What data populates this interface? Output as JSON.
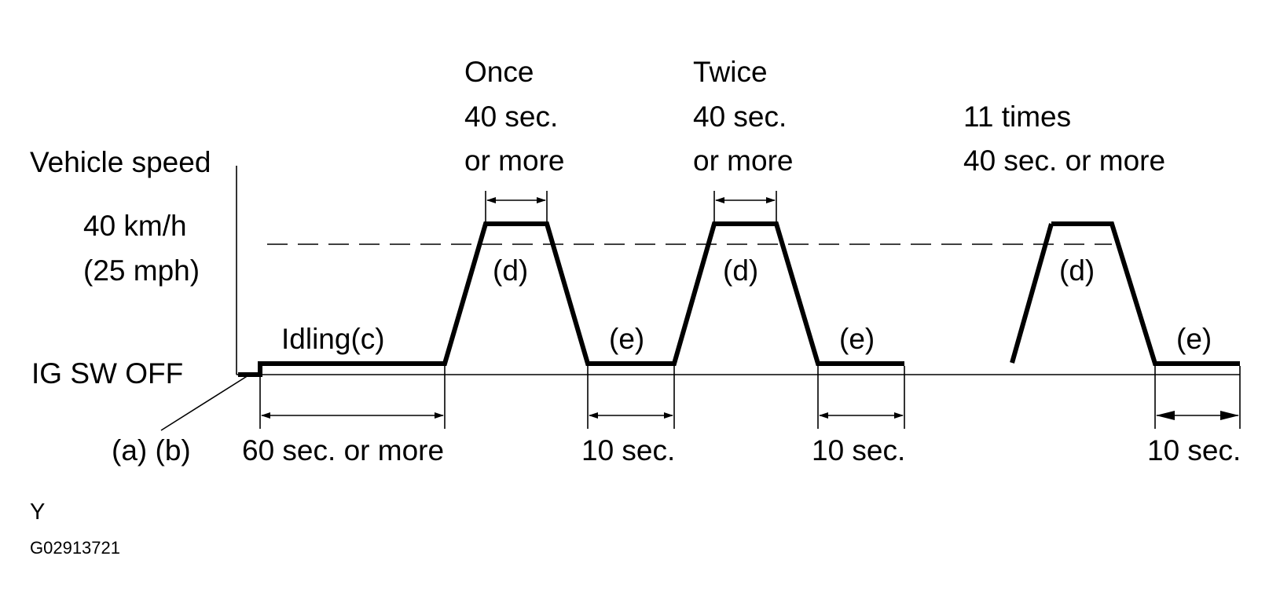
{
  "axis": {
    "y_label": "Vehicle speed",
    "speed_kmh": "40 km/h",
    "speed_mph": "(25 mph)",
    "ig_sw_off": "IG SW OFF"
  },
  "steps": {
    "ab": "(a) (b)",
    "idling": "Idling(c)",
    "d": "(d)",
    "e": "(e)"
  },
  "cycles": [
    {
      "count": "Once",
      "duration_line1": "40 sec.",
      "duration_line2": "or more"
    },
    {
      "count": "Twice",
      "duration_line1": "40 sec.",
      "duration_line2": "or more"
    },
    {
      "count": "11 times",
      "duration_line2": "40 sec. or more"
    }
  ],
  "durations": {
    "idle": "60 sec. or more",
    "e1": "10 sec.",
    "e2": "10 sec.",
    "e3": "10 sec."
  },
  "footer": {
    "code_letter": "Y",
    "figure_id": "G02913721"
  }
}
